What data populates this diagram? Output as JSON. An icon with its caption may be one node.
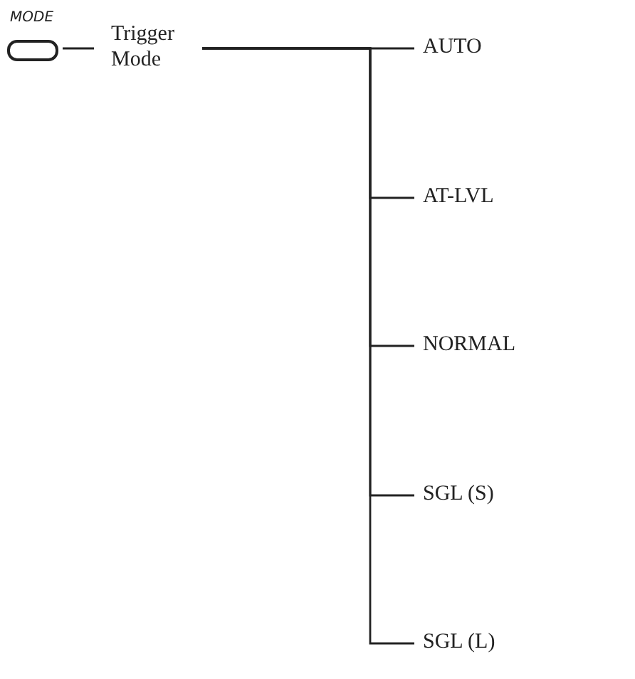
{
  "diagram": {
    "nodes": [
      {
        "text": [
          "MODE"
        ]
      },
      {
        "text": [
          "Trigger Mode"
        ]
      },
      {
        "text": [
          "AUTO"
        ]
      },
      {
        "text": [
          "AT-LVL"
        ]
      },
      {
        "text": [
          "NORMAL"
        ]
      },
      {
        "text": [
          "SGL (S)"
        ]
      },
      {
        "text": [
          "SGL (L)"
        ]
      }
    ],
    "edges": [
      {
        "from": 0,
        "to": 1,
        "arrow": "none"
      },
      {
        "from": 1,
        "to": 2,
        "arrow": "none"
      },
      {
        "from": 1,
        "to": 3,
        "arrow": "none"
      },
      {
        "from": 1,
        "to": 4,
        "arrow": "none"
      },
      {
        "from": 1,
        "to": 5,
        "arrow": "none"
      },
      {
        "from": 1,
        "to": 6,
        "arrow": "none"
      }
    ]
  }
}
